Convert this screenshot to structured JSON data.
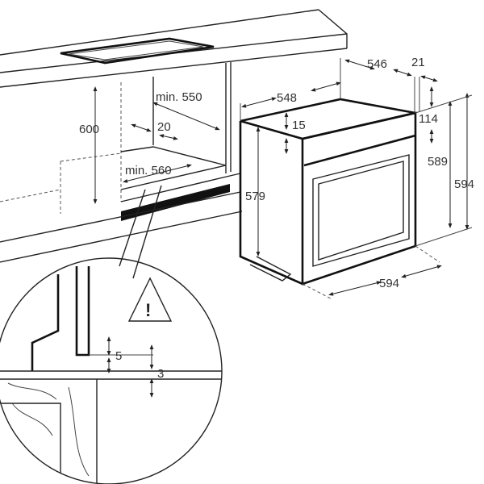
{
  "dimensions": {
    "cabinet_depth": "546",
    "front_offset": "21",
    "oven_width_top": "548",
    "top_gap": "15",
    "panel_height": "114",
    "oven_body_height": "589",
    "oven_total_height": "594",
    "oven_side_height": "579",
    "oven_front_width": "594",
    "niche_depth": "min. 550",
    "rear_gap": "20",
    "niche_height": "600",
    "niche_width": "min. 560",
    "detail_gap_5": "5",
    "detail_gap_3": "3"
  },
  "warning_symbol": "!",
  "colors": {
    "line": "#222222",
    "background": "#ffffff"
  }
}
